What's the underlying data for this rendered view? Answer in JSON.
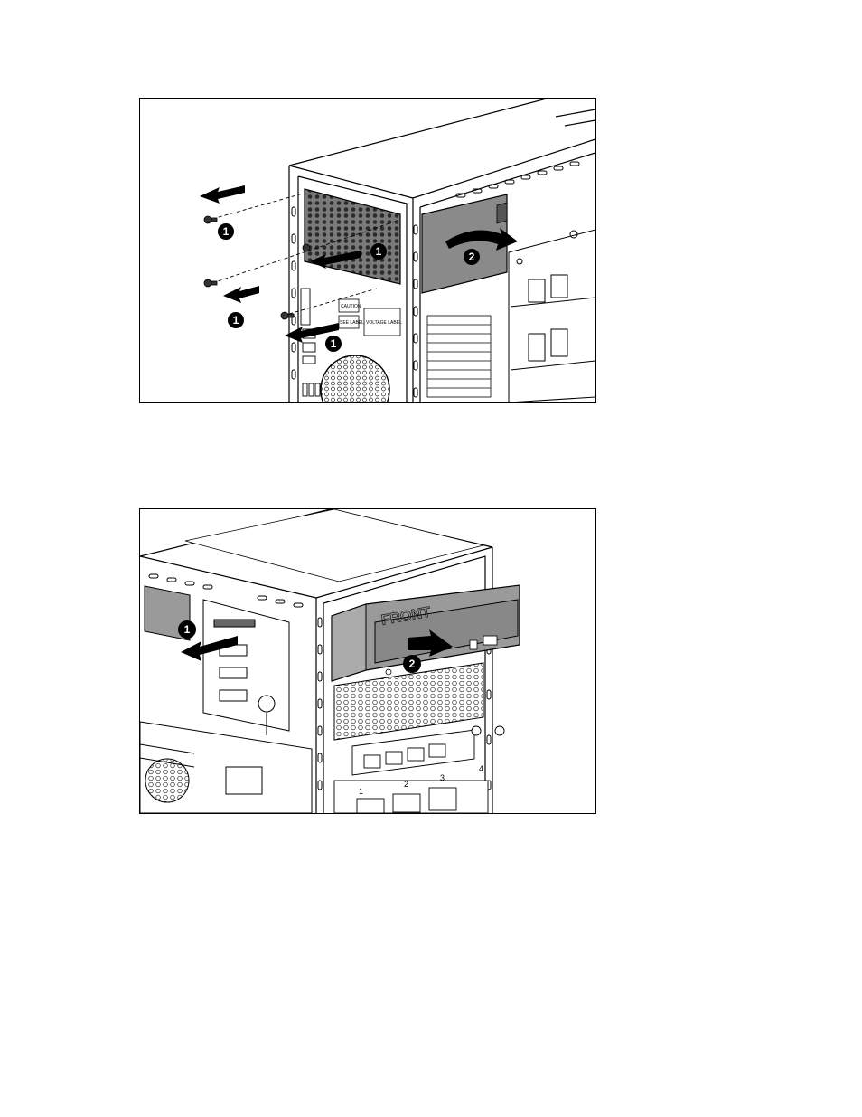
{
  "figures": [
    {
      "id": "figure-1",
      "callouts": [
        "1",
        "1",
        "1",
        "1",
        "2"
      ],
      "labels": [
        "CAUTION",
        "SEE LABEL",
        "VOLTAGE LABEL"
      ]
    },
    {
      "id": "figure-2",
      "callouts": [
        "1",
        "2"
      ],
      "labels": [
        "FRONT"
      ],
      "bay_numbers": [
        "1",
        "2",
        "3",
        "4"
      ]
    }
  ],
  "colors": {
    "line": "#000000",
    "panel_gray": "#9a9a9a",
    "dark_gray": "#555555",
    "callout_fill": "#000000",
    "arrow_fill": "#000000"
  },
  "icons": [
    "arrow-left-icon",
    "arrow-right-icon",
    "screw-icon",
    "callout-badge-icon"
  ]
}
